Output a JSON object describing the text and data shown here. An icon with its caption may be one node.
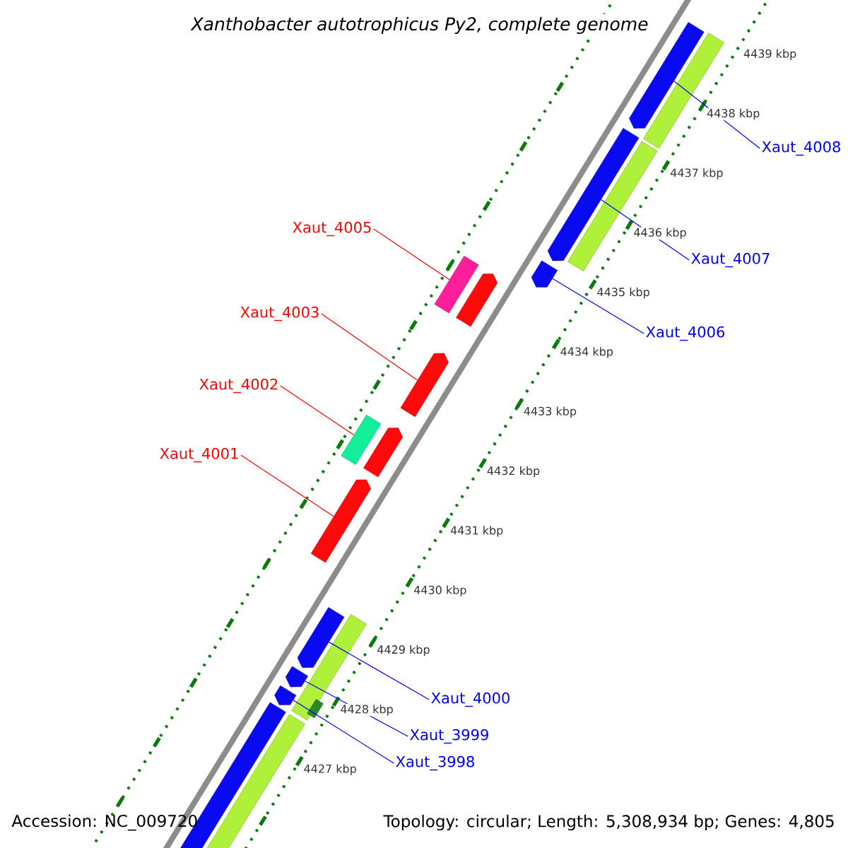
{
  "diagram": {
    "title": "Xanthobacter autotrophicus Py2, complete genome",
    "nodes": [
      {
        "text": [
          "Xaut_4005"
        ]
      },
      {
        "text": [
          "Xaut_4003"
        ]
      },
      {
        "text": [
          "Xaut_4002"
        ]
      },
      {
        "text": [
          "Xaut_4001"
        ]
      },
      {
        "text": [
          "Xaut_4008"
        ]
      },
      {
        "text": [
          "Xaut_4007"
        ]
      },
      {
        "text": [
          "Xaut_4006"
        ]
      },
      {
        "text": [
          "Xaut_4000"
        ]
      },
      {
        "text": [
          "Xaut_3999"
        ]
      },
      {
        "text": [
          "Xaut_3998"
        ]
      },
      {
        "text": [],
        "shape": "arrow"
      },
      {
        "text": [],
        "shape": "bar"
      },
      {
        "text": [],
        "shape": "arrow"
      },
      {
        "text": [],
        "shape": "bar"
      },
      {
        "text": [],
        "shape": "arrow"
      },
      {
        "text": [],
        "shape": "bar"
      },
      {
        "text": [],
        "shape": "arrow"
      },
      {
        "text": [],
        "shape": "arrow"
      },
      {
        "text": [],
        "shape": "bar"
      },
      {
        "text": [],
        "shape": "arrow"
      },
      {
        "text": [],
        "shape": "arrow"
      },
      {
        "text": [],
        "shape": "arrow"
      },
      {
        "text": [],
        "shape": "bar"
      },
      {
        "text": [],
        "shape": "arrow"
      },
      {
        "text": [],
        "shape": "bar"
      },
      {
        "text": [],
        "shape": "arrow"
      },
      {
        "text": [],
        "shape": "bar"
      },
      {
        "text": [],
        "shape": "bar"
      }
    ],
    "edges": [
      {
        "from": 0,
        "to": 15,
        "arrow": "none",
        "color": "#ff0000"
      },
      {
        "from": 1,
        "to": 17,
        "arrow": "none",
        "color": "#ff0000"
      },
      {
        "from": 2,
        "to": 18,
        "arrow": "none",
        "color": "#ff0000"
      },
      {
        "from": 3,
        "to": 20,
        "arrow": "none",
        "color": "#ff0000"
      },
      {
        "from": 4,
        "to": 10,
        "arrow": "none"
      },
      {
        "from": 5,
        "to": 12,
        "arrow": "none"
      },
      {
        "from": 6,
        "to": 14,
        "arrow": "none"
      },
      {
        "from": 7,
        "to": 21,
        "arrow": "none"
      },
      {
        "from": 8,
        "to": 23,
        "arrow": "none"
      },
      {
        "from": 9,
        "to": 25,
        "arrow": "none"
      }
    ],
    "labels": [
      "4427 kbp",
      "4428 kbp",
      "4429 kbp",
      "4430 kbp",
      "4431 kbp",
      "4432 kbp",
      "4433 kbp",
      "4434 kbp",
      "4435 kbp",
      "4436 kbp",
      "4437 kbp",
      "4438 kbp",
      "4439 kbp",
      "Accession: NC_009720",
      "Topology: circular; Length: 5,308,934 bp; Genes: 4,805"
    ]
  }
}
